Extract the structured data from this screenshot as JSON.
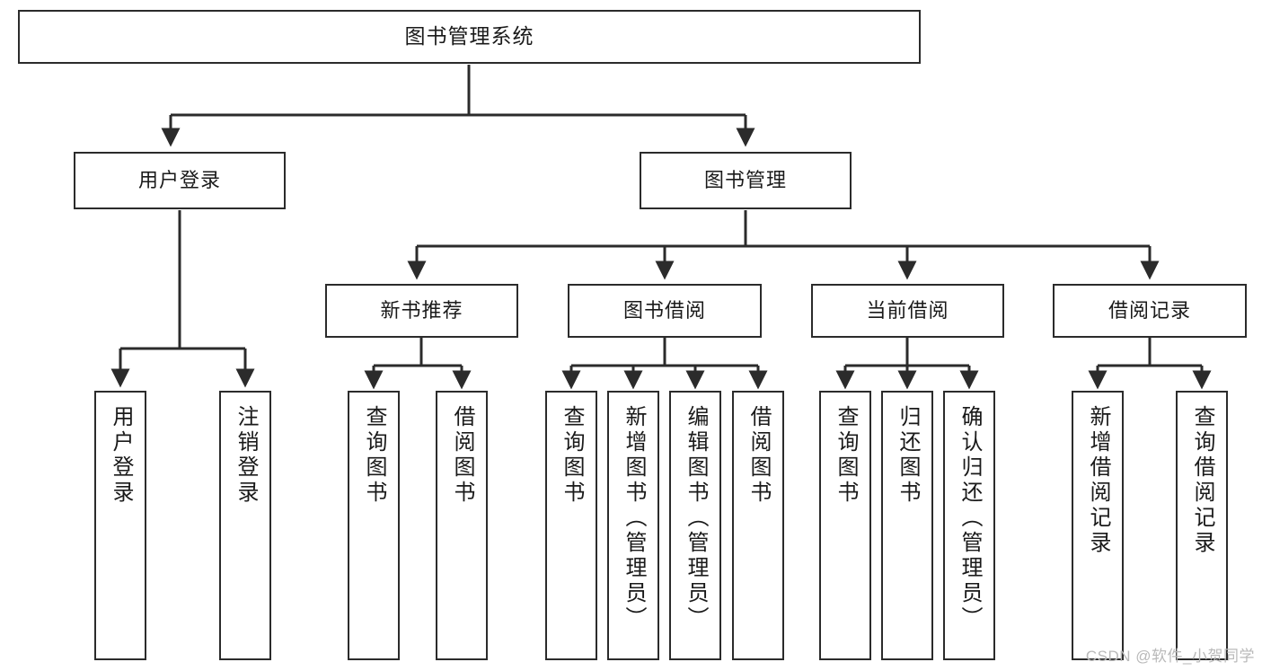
{
  "diagram": {
    "title": "图书管理系统",
    "watermark": "CSDN @软件_小贺同学",
    "colors": {
      "background": "#ffffff",
      "stroke": "#2b2b2b",
      "text": "#1a1a1a",
      "watermark": "#b9b9b9"
    },
    "nodes": {
      "root": {
        "label": "图书管理系统"
      },
      "level2": [
        {
          "label": "用户登录"
        },
        {
          "label": "图书管理"
        }
      ],
      "level3": [
        {
          "label": "新书推荐"
        },
        {
          "label": "图书借阅"
        },
        {
          "label": "当前借阅"
        },
        {
          "label": "借阅记录"
        }
      ],
      "leaves": {
        "user_login": [
          {
            "label": "用户登录"
          },
          {
            "label": "注销登录"
          }
        ],
        "new_book": [
          {
            "label": "查询图书"
          },
          {
            "label": "借阅图书"
          }
        ],
        "book_borrow": [
          {
            "label": "查询图书"
          },
          {
            "label": "新增图书（管理员）"
          },
          {
            "label": "编辑图书（管理员）"
          },
          {
            "label": "借阅图书"
          }
        ],
        "current_borrow": [
          {
            "label": "查询图书"
          },
          {
            "label": "归还图书"
          },
          {
            "label": "确认归还（管理员）"
          }
        ],
        "borrow_record": [
          {
            "label": "新增借阅记录"
          },
          {
            "label": "查询借阅记录"
          }
        ]
      }
    }
  }
}
